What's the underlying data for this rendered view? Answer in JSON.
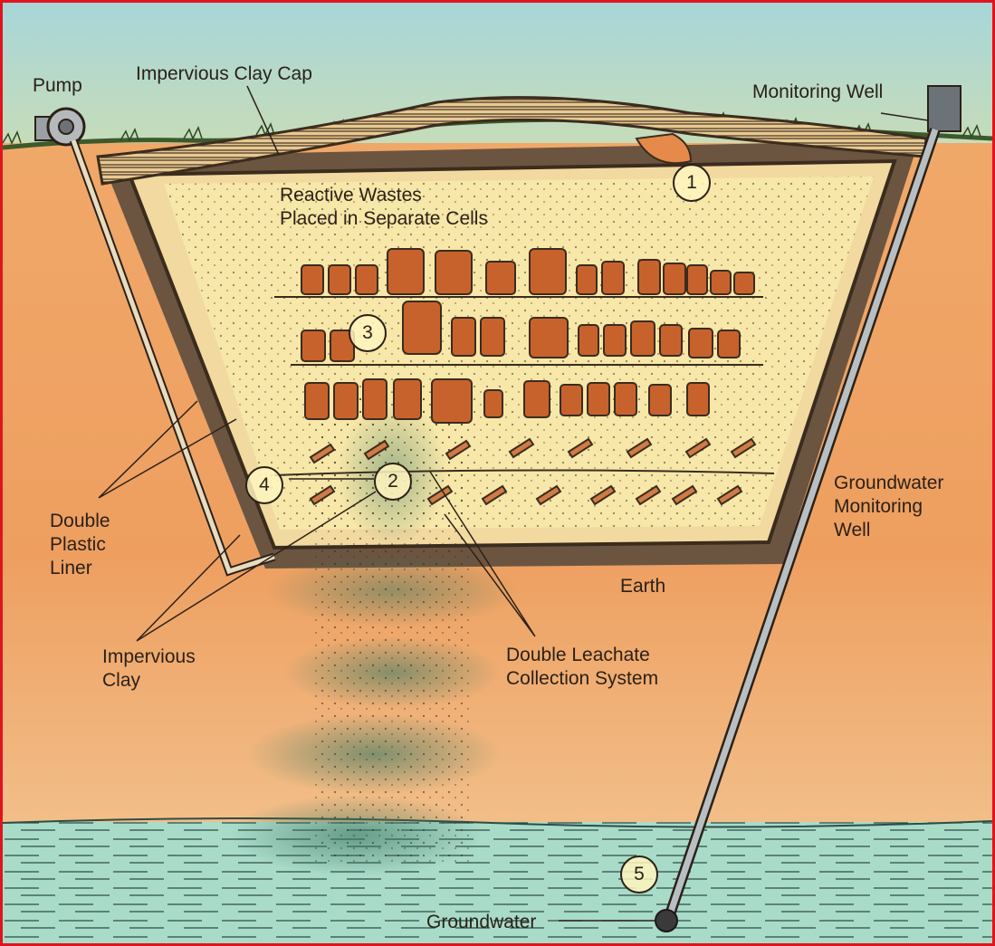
{
  "labels": {
    "pump": "Pump",
    "clay_cap": "Impervious Clay Cap",
    "monitoring_well": "Monitoring Well",
    "reactive_wastes": "Reactive Wastes\nPlaced in Separate Cells",
    "double_plastic_liner": "Double\nPlastic\nLiner",
    "impervious_clay": "Impervious\nClay",
    "earth": "Earth",
    "double_leachate": "Double Leachate\nCollection System",
    "groundwater_monitoring_well": "Groundwater\nMonitoring\nWell",
    "groundwater": "Groundwater"
  },
  "markers": {
    "m1": "1",
    "m2": "2",
    "m3": "3",
    "m4": "4",
    "m5": "5"
  },
  "colors": {
    "sky": "#9fd0d3",
    "earth": "#efa264",
    "fill": "#f7e7a8",
    "barrel": "#c8622c",
    "liner": "#5b4836",
    "leachate": "#4e7a5a",
    "groundwater": "#a9dbc9",
    "frame": "#e0141e"
  }
}
